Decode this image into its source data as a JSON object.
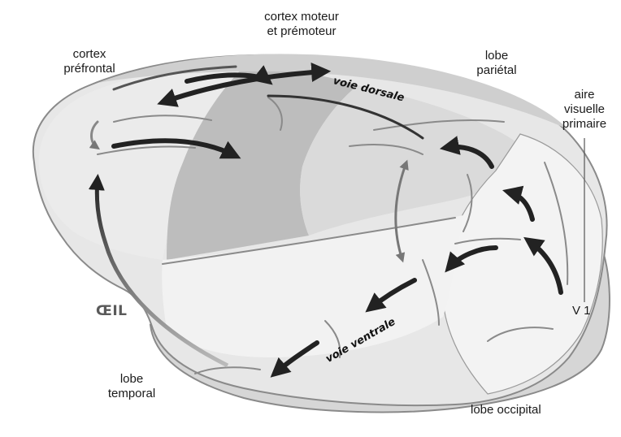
{
  "labels": {
    "motor_1": "cortex moteur",
    "motor_2": "et prémoteur",
    "prefrontal_1": "cortex",
    "prefrontal_2": "préfrontal",
    "parietal_1": "lobe",
    "parietal_2": "pariétal",
    "visual_1": "aire",
    "visual_2": "visuelle",
    "visual_3": "primaire",
    "v1": "V 1",
    "eye": "ŒIL",
    "temporal_1": "lobe",
    "temporal_2": "temporal",
    "occipital": "lobe occipital",
    "dorsal": "voie dorsale",
    "ventral": "voie ventrale"
  },
  "colors": {
    "outline": "#8a8a8a",
    "cortex_light": "#e9e9e9",
    "cortex_mid": "#d3d3d3",
    "motor_area": "#b9b9b9",
    "arrow_dark": "#222222"
  }
}
